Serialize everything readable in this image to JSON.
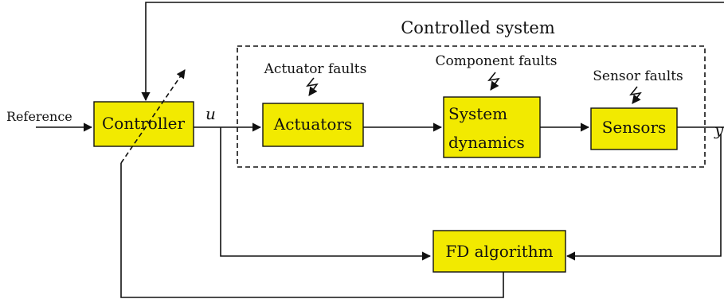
{
  "diagram": {
    "controlled_system_label": "Controlled system",
    "reference_label": "Reference",
    "u_label": "u",
    "y_label": "y",
    "blocks": {
      "controller": "Controller",
      "actuators": "Actuators",
      "system_dynamics_line1": "System",
      "system_dynamics_line2": "dynamics",
      "sensors": "Sensors",
      "fd_algorithm": "FD algorithm"
    },
    "faults": {
      "actuator": "Actuator faults",
      "component": "Component faults",
      "sensor": "Sensor faults"
    },
    "colors": {
      "block_fill": "#f2ea00",
      "line": "#111111"
    }
  }
}
